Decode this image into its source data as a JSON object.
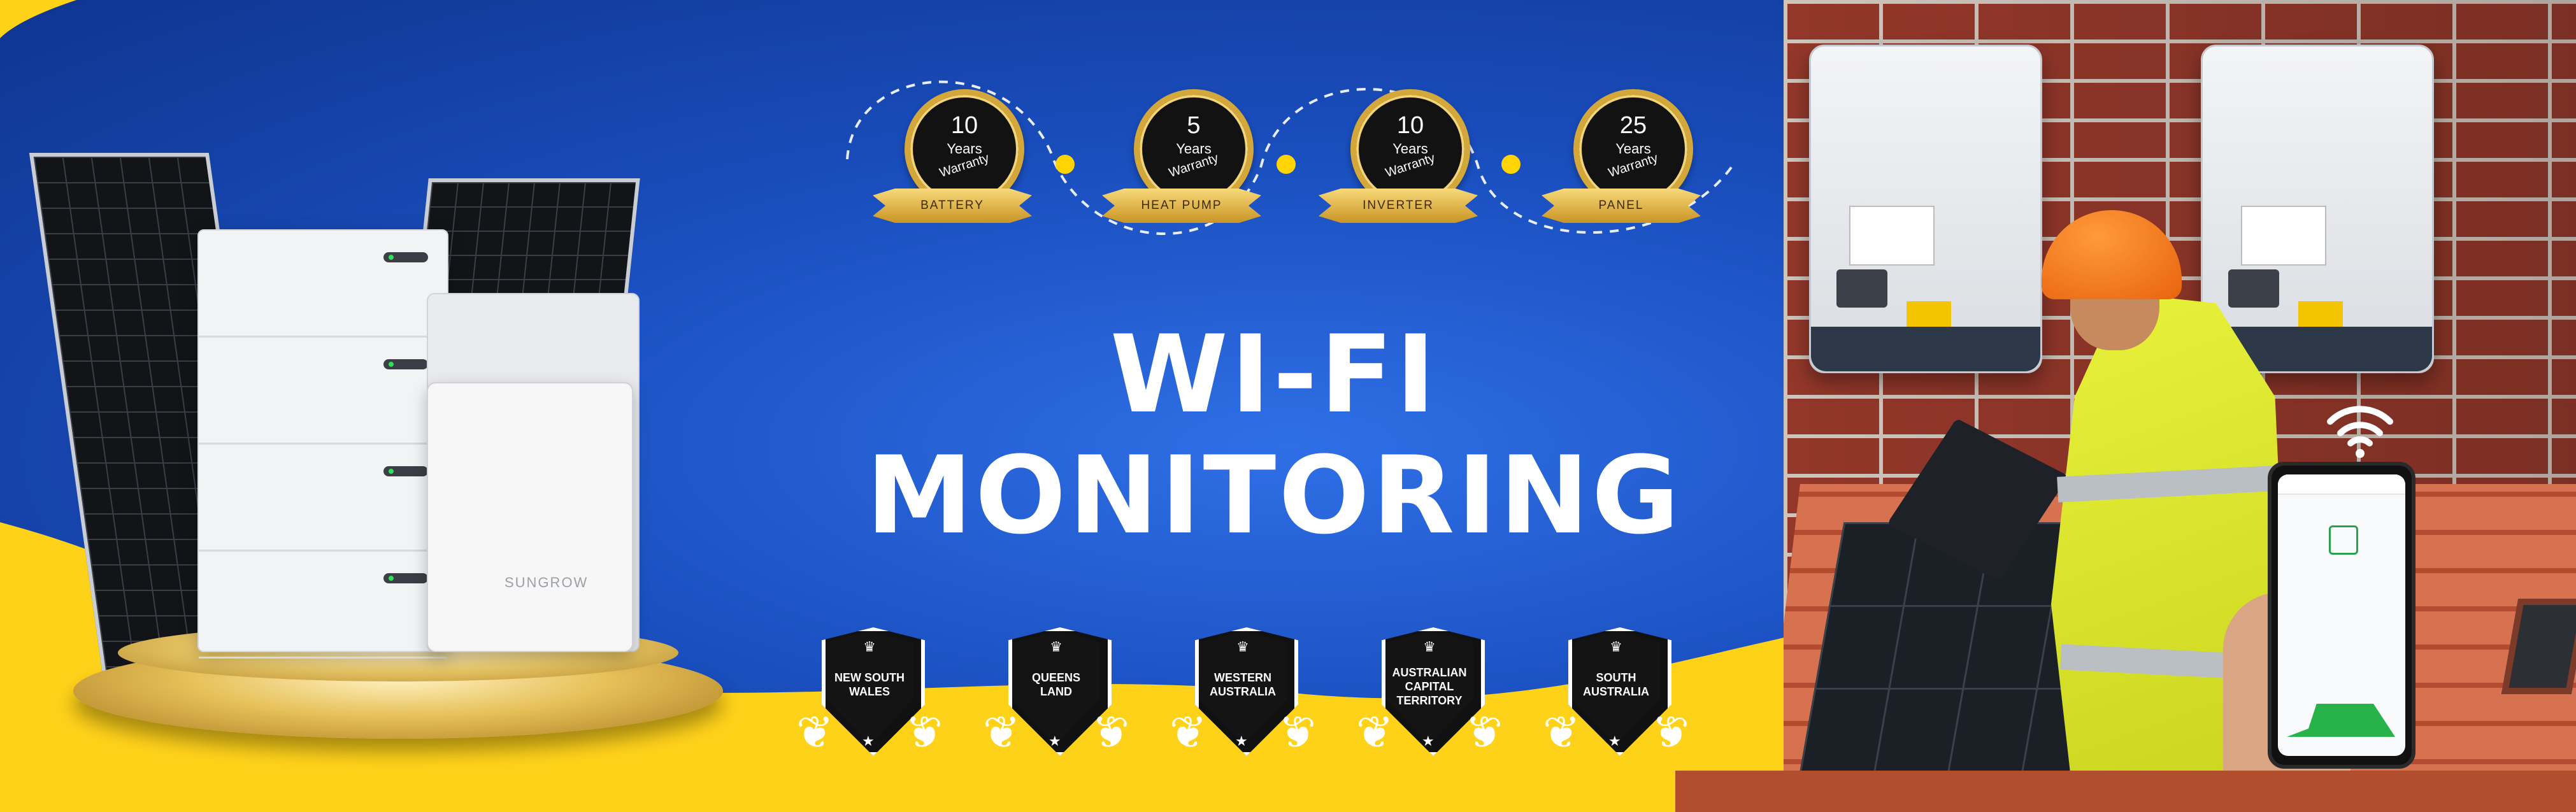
{
  "headline": {
    "line1": "WI-FI",
    "line2": "MONITORING"
  },
  "warranties": [
    {
      "years": "10",
      "unit": "Years",
      "word": "Warranty",
      "label": "BATTERY"
    },
    {
      "years": "5",
      "unit": "Years",
      "word": "Warranty",
      "label": "HEAT PUMP"
    },
    {
      "years": "10",
      "unit": "Years",
      "word": "Warranty",
      "label": "INVERTER"
    },
    {
      "years": "25",
      "unit": "Years",
      "word": "Warranty",
      "label": "PANEL"
    }
  ],
  "states": [
    {
      "line1": "NEW SOUTH",
      "line2": "WALES",
      "line3": ""
    },
    {
      "line1": "QUEENS",
      "line2": "LAND",
      "line3": ""
    },
    {
      "line1": "WESTERN",
      "line2": "AUSTRALIA",
      "line3": ""
    },
    {
      "line1": "AUSTRALIAN",
      "line2": "CAPITAL",
      "line3": "TERRITORY"
    },
    {
      "line1": "SOUTH",
      "line2": "AUSTRALIA",
      "line3": ""
    }
  ],
  "product": {
    "inverter_brand": "SUNGROW"
  },
  "colors": {
    "blue": "#1a4fbf",
    "yellow": "#ffd400",
    "gold": "#d4a73a",
    "black": "#111111"
  },
  "icons": {
    "wifi": "wifi-icon",
    "crown": "crown-icon",
    "laurel": "laurel-icon",
    "star": "star-icon"
  }
}
